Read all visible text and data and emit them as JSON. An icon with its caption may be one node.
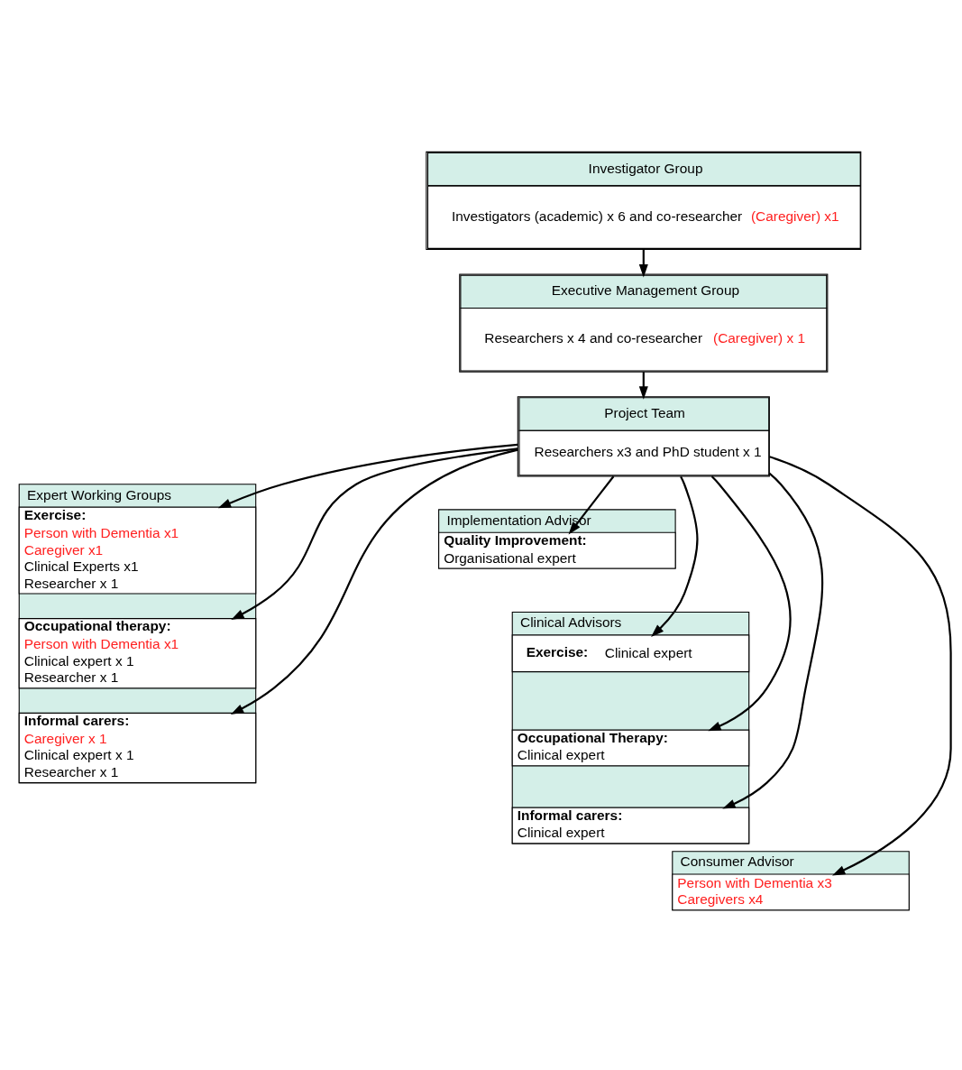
{
  "diagram": {
    "nodes": [
      {
        "text": [
          "Investigator Group",
          "Investigators (academic) x 6 and co-researcher",
          "(Caregiver) x1"
        ]
      },
      {
        "text": [
          "Executive Management Group",
          "Researchers x 4 and co-researcher",
          "(Caregiver) x 1"
        ]
      },
      {
        "text": [
          "Project Team",
          "Researchers x3 and PhD student x 1"
        ]
      },
      {
        "text": [
          "Expert Working Groups"
        ]
      },
      {
        "text": [
          "Exercise:",
          "Person with Dementia x1",
          "Caregiver x1",
          "Clinical Experts x1",
          "Researcher x 1"
        ],
        "in": 3
      },
      {
        "text": [
          "Occupational therapy:",
          "Person with Dementia x1",
          "Clinical expert x 1",
          "Researcher x 1"
        ],
        "in": 3
      },
      {
        "text": [
          "Informal carers:",
          "Caregiver x 1",
          "Clinical expert x 1",
          "Researcher x 1"
        ],
        "in": 3
      },
      {
        "text": [
          "Implementation Advisor"
        ]
      },
      {
        "text": [
          "Quality Improvement:",
          "Organisational expert"
        ],
        "in": 7
      },
      {
        "text": [
          "Clinical Advisors"
        ]
      },
      {
        "text": [
          "Exercise:",
          "Clinical expert"
        ],
        "in": 9
      },
      {
        "text": [
          "Occupational Therapy:",
          "Clinical expert"
        ],
        "in": 9
      },
      {
        "text": [
          "Informal carers:",
          "Clinical expert"
        ],
        "in": 9
      },
      {
        "text": [
          "Consumer Advisor"
        ]
      },
      {
        "text": [
          "Person with Dementia x3",
          "Caregivers x4"
        ],
        "in": 13
      }
    ],
    "edges": [
      {
        "from": 0,
        "to": 1,
        "arrow": "to"
      },
      {
        "from": 1,
        "to": 2,
        "arrow": "to"
      },
      {
        "from": 2,
        "to": 4,
        "arrow": "to"
      },
      {
        "from": 2,
        "to": 5,
        "arrow": "to"
      },
      {
        "from": 2,
        "to": 6,
        "arrow": "to"
      },
      {
        "from": 2,
        "to": 8,
        "arrow": "to"
      },
      {
        "from": 2,
        "to": 10,
        "arrow": "to"
      },
      {
        "from": 2,
        "to": 11,
        "arrow": "to"
      },
      {
        "from": 2,
        "to": 12,
        "arrow": "to"
      },
      {
        "from": 2,
        "to": 14,
        "arrow": "to"
      }
    ]
  }
}
